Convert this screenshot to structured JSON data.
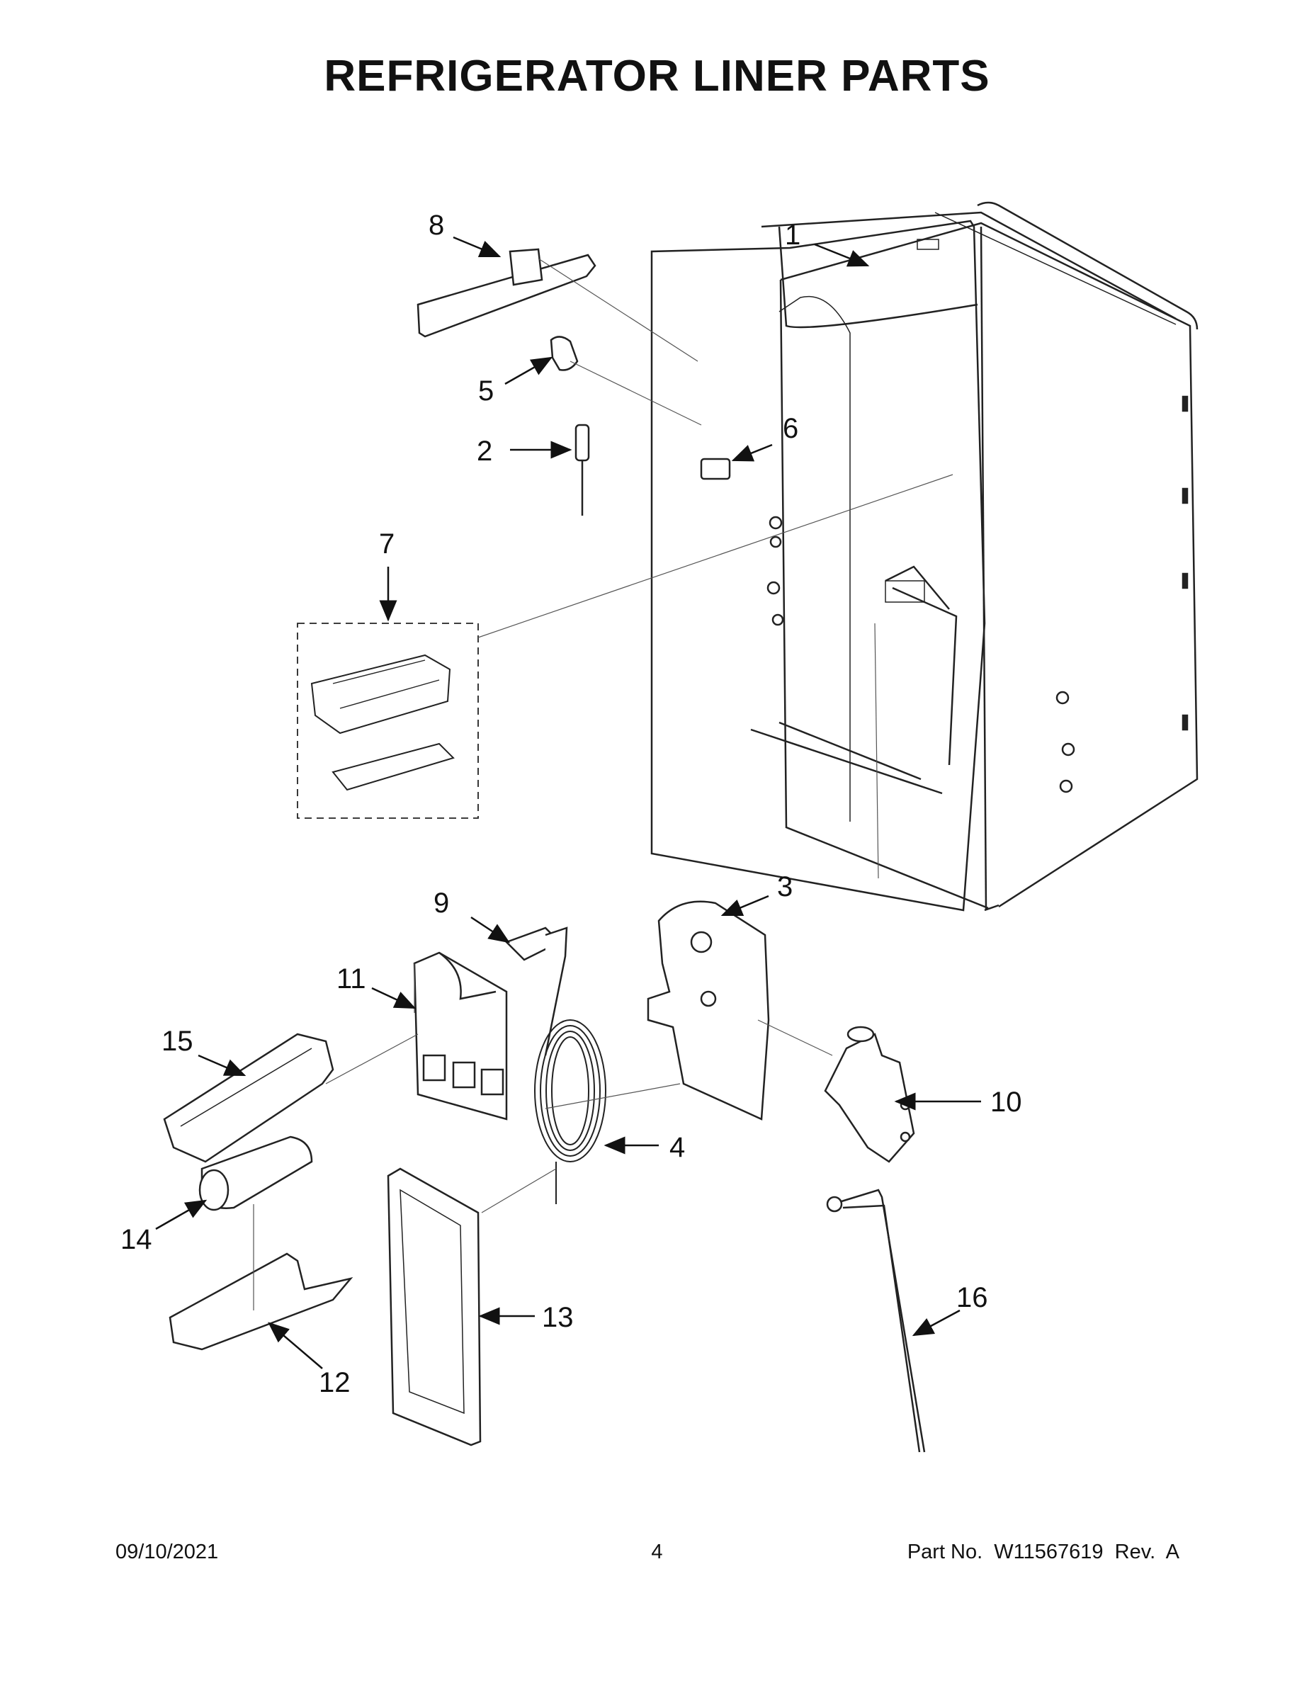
{
  "page": {
    "title": "REFRIGERATOR LINER PARTS",
    "date": "09/10/2021",
    "page_number": "4",
    "part_number": "Part No.  W11567619  Rev.  A"
  },
  "callouts": [
    "1",
    "2",
    "3",
    "4",
    "5",
    "6",
    "7",
    "8",
    "9",
    "10",
    "11",
    "12",
    "13",
    "14",
    "15",
    "16"
  ],
  "colors": {
    "ink": "#111111",
    "line": "#444444"
  }
}
